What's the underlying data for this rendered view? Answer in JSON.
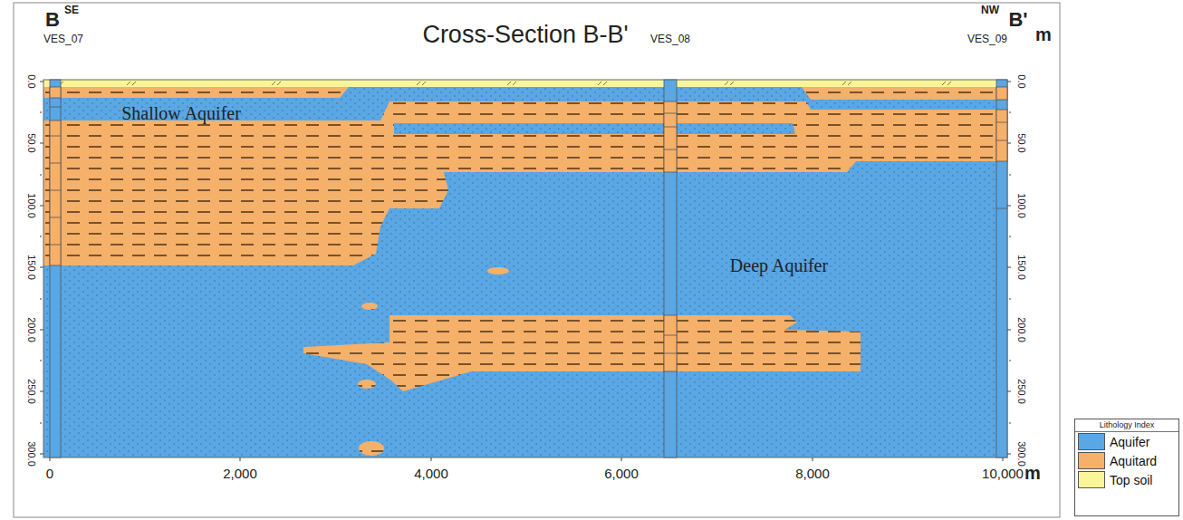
{
  "diagram": {
    "title": "Cross-Section B-B'",
    "labels": [
      "B",
      "SE",
      "VES_07",
      "VES_08",
      "NW",
      "B'",
      "VES_09",
      "m",
      "0.0",
      "50.0",
      "100.0",
      "150.0",
      "200.0",
      "250.0",
      "300.0",
      "0.0",
      "50.0",
      "100.0",
      "150.0",
      "200.0",
      "250.0",
      "300.0",
      "0",
      "2,000",
      "4,000",
      "6,000",
      "8,000",
      "10,000",
      "m",
      "Shallow Aquifer",
      "Deep Aquifer",
      "Lithology Index"
    ],
    "legend": [
      {
        "text": "Aquifer",
        "color": "#5aa7e4"
      },
      {
        "text": "Aquitard",
        "color": "#f5b06a"
      },
      {
        "text": "Top soil",
        "color": "#fbf59a"
      }
    ]
  }
}
